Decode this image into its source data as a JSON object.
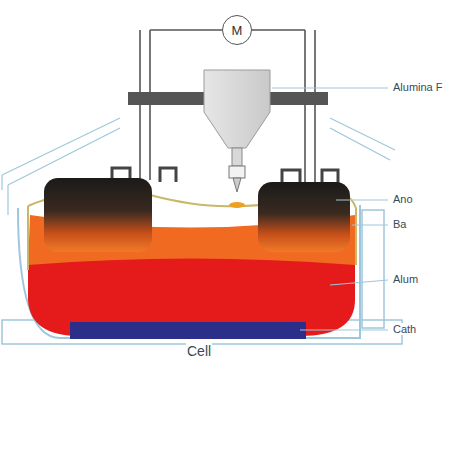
{
  "diagram": {
    "nodes": [
      {
        "text": [
          "M"
        ]
      }
    ],
    "labels": [
      "Alumina F",
      "Ano",
      "Ba",
      "Alum",
      "Cath",
      "Cell"
    ]
  }
}
